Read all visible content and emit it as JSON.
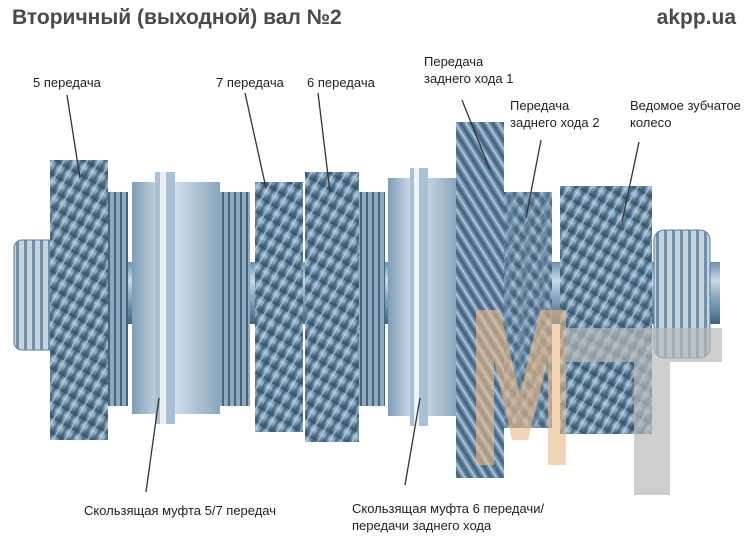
{
  "header": {
    "title": "Вторичный (выходной) вал №2",
    "site": "akpp.ua"
  },
  "labels": {
    "gear5": "5 передача",
    "gear7": "7 передача",
    "gear6": "6 передача",
    "reverse1_line1": "Передача",
    "reverse1_line2": "заднего хода 1",
    "reverse2_line1": "Передача",
    "reverse2_line2": "заднего хода 2",
    "driven_line1": "Ведомое зубчатое",
    "driven_line2": "колесо",
    "sleeve57": "Скользящая муфта 5/7 передач",
    "sleeve6r_line1": "Скользящая муфта 6 передачи/",
    "sleeve6r_line2": "передачи заднего хода"
  },
  "logo": {
    "text": "МТ"
  },
  "colors": {
    "steel_dark": "#4a6f8e",
    "steel_mid": "#7d9cb6",
    "steel_light": "#c9d9e6",
    "logo_orange": "#e9b98a",
    "logo_gray": "#b9b9b9",
    "leader": "#333333"
  }
}
